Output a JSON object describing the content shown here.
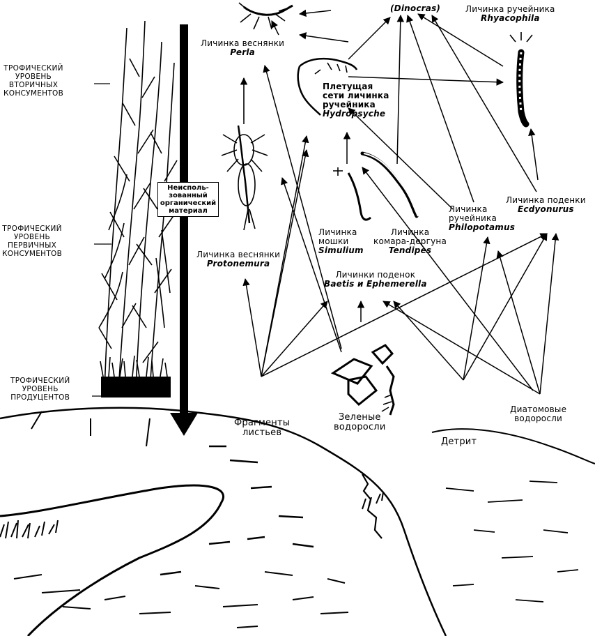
{
  "trophic_levels": {
    "secondary": [
      "ТРОФИЧЕСКИЙ",
      "УРОВЕНЬ",
      "ВТОРИЧНЫХ",
      "КОНСУМЕНТОВ"
    ],
    "primary": [
      "ТРОФИЧЕСКИЙ",
      "УРОВЕНЬ",
      "ПЕРВИЧНЫХ",
      "КОНСУМЕНТОВ"
    ],
    "producers": [
      "ТРОФИЧЕСКИЙ",
      "УРОВЕНЬ",
      "ПРОДУЦЕНТОВ"
    ]
  },
  "unused_material": [
    "Неисполь-",
    "зованный",
    "органический",
    "материал"
  ],
  "nodes": {
    "dinocras": {
      "name": "(Dinocras)"
    },
    "rhyacophila": {
      "label": "Личинка ручейника",
      "name": "Rhyacophila"
    },
    "perla": {
      "label": "Личинка веснянки",
      "name": "Perla"
    },
    "hydropsyche": {
      "label": [
        "Плетущая",
        "сети личинка",
        "ручейника"
      ],
      "name": "Hydropsyche"
    },
    "simulium": {
      "label": [
        "Личинка",
        "мошки"
      ],
      "name": "Simulium"
    },
    "tendipes": {
      "label": [
        "Личинка",
        "комара-дергуна"
      ],
      "name": "Tendipes"
    },
    "philopotamus": {
      "label": [
        "Личинка",
        "ручейника"
      ],
      "name": "Philopotamus"
    },
    "ecdyonurus": {
      "label": "Личинка поденки",
      "name": "Ecdyonurus"
    },
    "protonemura": {
      "label": "Личинка веснянки",
      "name": "Protonemura"
    },
    "baetis": {
      "label": "Личинки поденок",
      "name": "Baetis и Ephemerella"
    },
    "leaves": {
      "label": [
        "Фрагменты",
        "листьев"
      ]
    },
    "green_algae": {
      "label": [
        "Зеленые",
        "водоросли"
      ]
    },
    "detritus": {
      "label": "Детрит"
    },
    "diatoms": {
      "label": [
        "Диатомовые",
        "водоросли"
      ]
    }
  },
  "colors": {
    "ink": "#000000",
    "paper": "#ffffff"
  }
}
